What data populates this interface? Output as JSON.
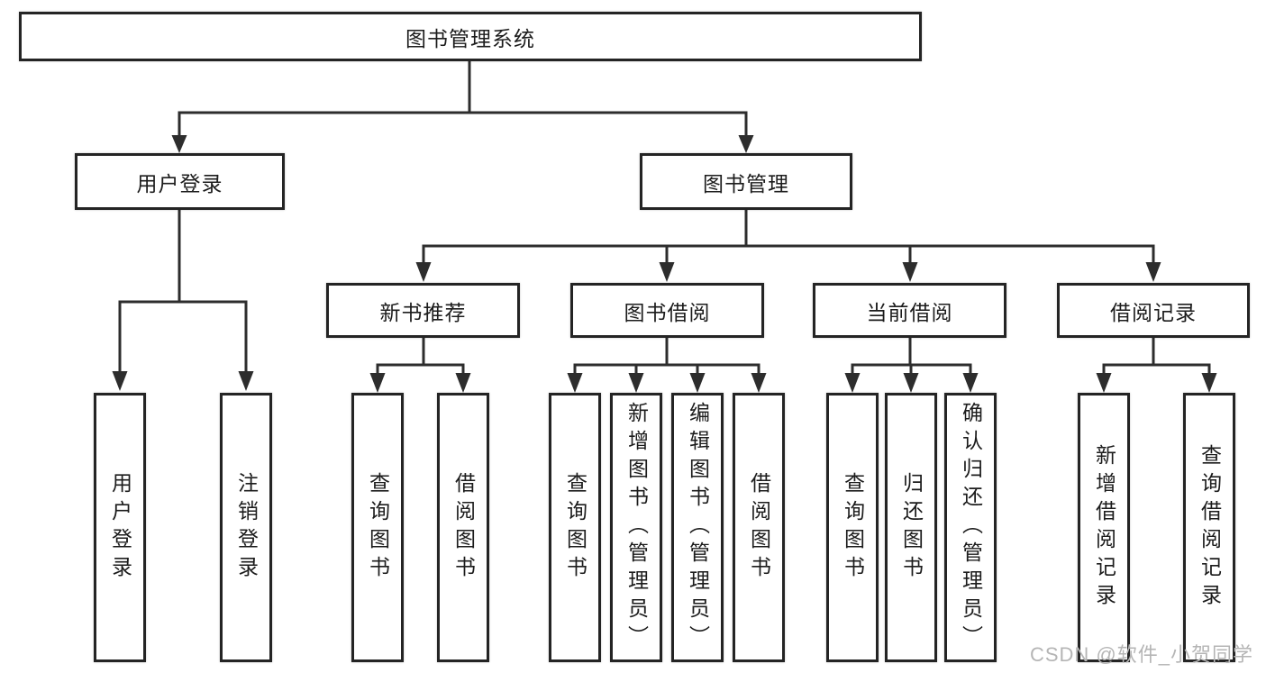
{
  "diagram": {
    "title_node": "图书管理系统",
    "root": {
      "label": "图书管理系统"
    },
    "level2": [
      {
        "label": "用户登录",
        "children": [
          "用户登录",
          "注销登录"
        ]
      },
      {
        "label": "图书管理",
        "groups": [
          {
            "label": "新书推荐",
            "children": [
              "查询图书",
              "借阅图书"
            ]
          },
          {
            "label": "图书借阅",
            "children": [
              "查询图书",
              "新增图书（管理员）",
              "编辑图书（管理员）",
              "借阅图书"
            ]
          },
          {
            "label": "当前借阅",
            "children": [
              "查询图书",
              "归还图书",
              "确认归还（管理员）"
            ]
          },
          {
            "label": "借阅记录",
            "children": [
              "新增借阅记录",
              "查询借阅记录"
            ]
          }
        ]
      }
    ]
  },
  "watermark": {
    "text": "CSDN @软件_小贺同学",
    "color": "#b5b5b5"
  },
  "colors": {
    "background": "#ffffff",
    "line": "#2d2d2d",
    "box_border": "#242424",
    "text": "#1c1c1c",
    "watermark": "#b5b5b5"
  }
}
